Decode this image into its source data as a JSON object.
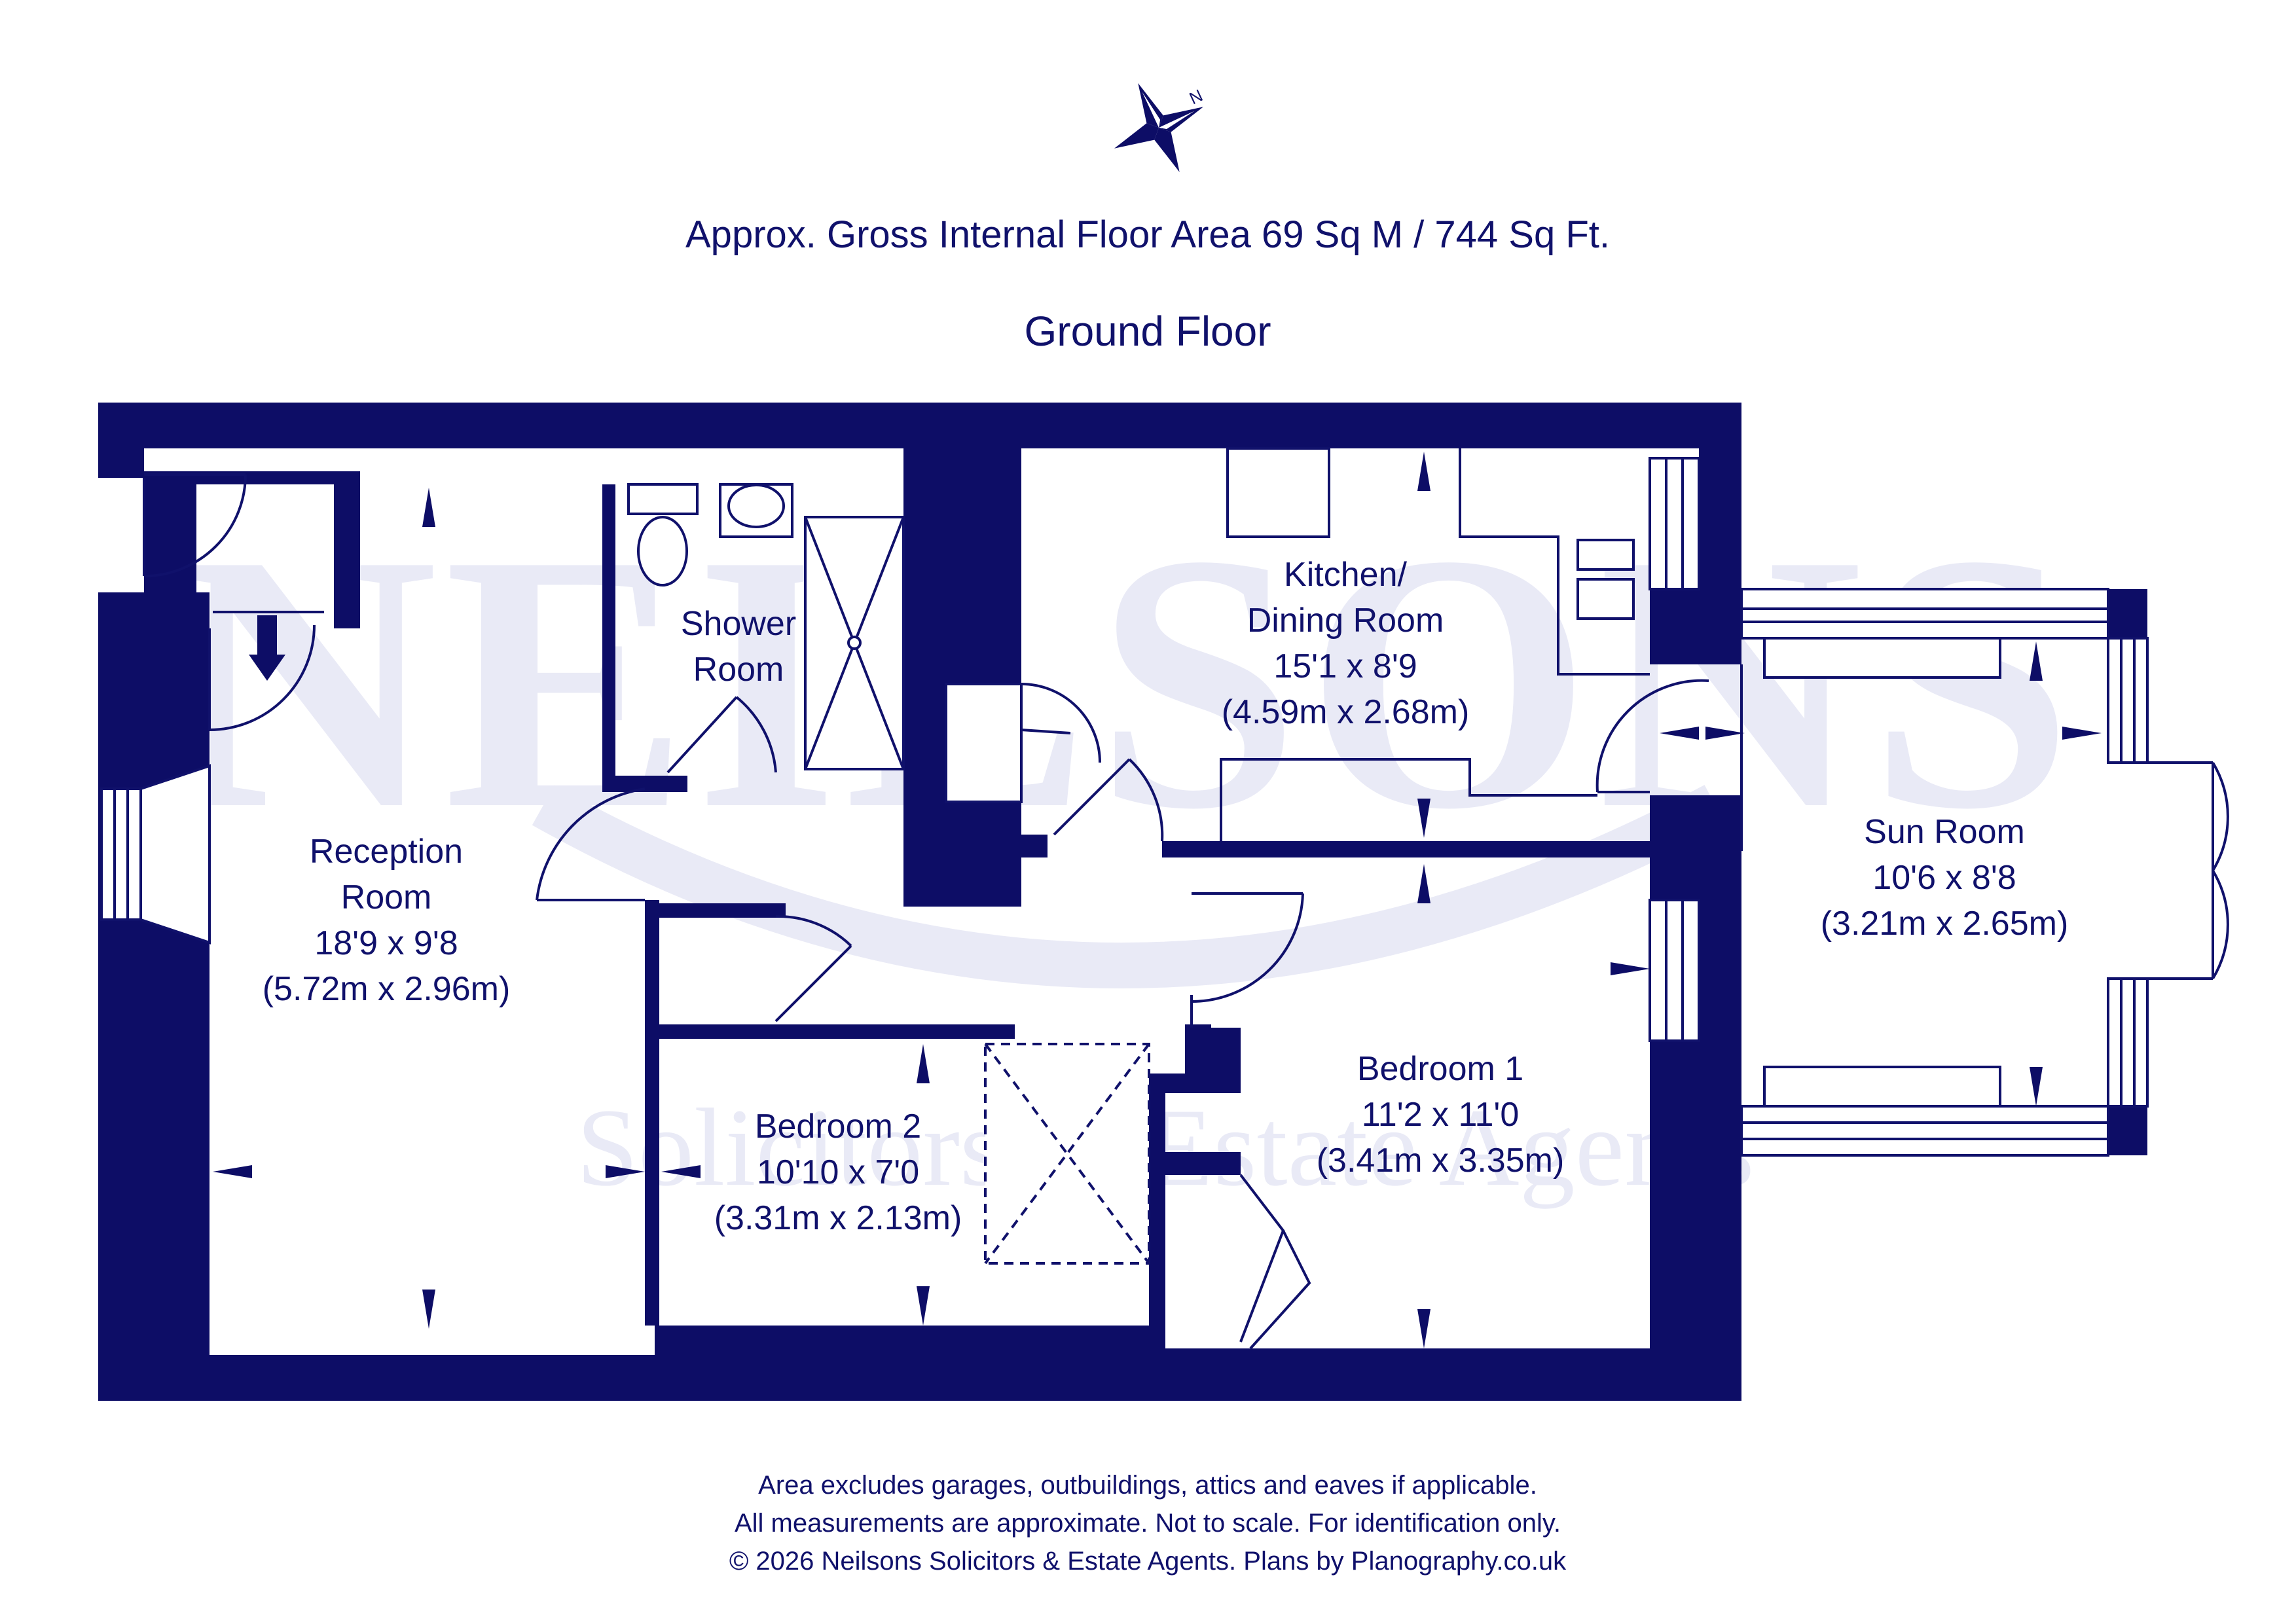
{
  "compass": {
    "north_label": "N"
  },
  "header": {
    "area_text": "Approx. Gross Internal Floor Area 69 Sq M / 744 Sq Ft.",
    "floor_title": "Ground Floor"
  },
  "rooms": {
    "reception": {
      "name1": "Reception",
      "name2": "Room",
      "imperial": "18'9 x 9'8",
      "metric": "(5.72m x 2.96m)"
    },
    "shower": {
      "name1": "Shower",
      "name2": "Room"
    },
    "kitchen": {
      "name1": "Kitchen/",
      "name2": "Dining Room",
      "imperial": "15'1 x 8'9",
      "metric": "(4.59m x 2.68m)"
    },
    "sun_room": {
      "name": "Sun Room",
      "imperial": "10'6 x 8'8",
      "metric": "(3.21m x 2.65m)"
    },
    "bedroom1": {
      "name": "Bedroom 1",
      "imperial": "11'2 x 11'0",
      "metric": "(3.41m x 3.35m)"
    },
    "bedroom2": {
      "name": "Bedroom 2",
      "imperial": "10'10 x 7'0",
      "metric": "(3.31m x 2.13m)"
    }
  },
  "watermark": {
    "brand": "NEILSONS",
    "tagline": "Solicitors & Estate Agents"
  },
  "footer": {
    "line1": "Area excludes garages, outbuildings, attics and eaves if applicable.",
    "line2": "All measurements are approximate. Not to scale. For identification only.",
    "line3": "© 2026 Neilsons Solicitors & Estate Agents. Plans by Planography.co.uk"
  },
  "colors": {
    "ink": "#0d0d66",
    "watermark": "#e9eaf6",
    "background": "#ffffff"
  }
}
